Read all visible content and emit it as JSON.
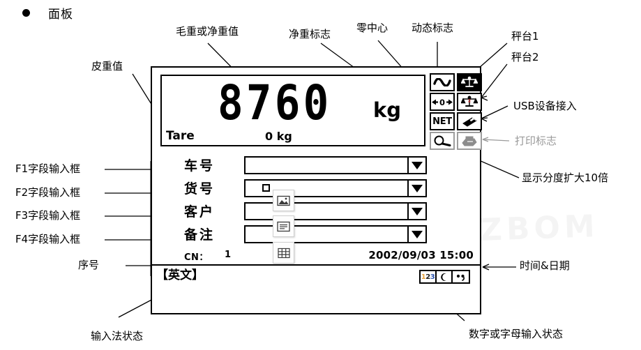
{
  "heading": {
    "bullet": "bullet-dot",
    "title": "面板"
  },
  "display": {
    "weight_value": "8760",
    "weight_unit": "kg",
    "tare_label": "Tare",
    "tare_value": "0 kg"
  },
  "status_icons": {
    "left_column": [
      {
        "name": "dynamic-flag-icon",
        "glyph": "wave",
        "label": "~"
      },
      {
        "name": "zero-center-icon",
        "glyph": "zero",
        "label": "0"
      },
      {
        "name": "net-flag-icon",
        "glyph": "text",
        "label": "NET"
      },
      {
        "name": "expand-division-icon",
        "glyph": "magnifier",
        "label": ""
      }
    ],
    "right_column": [
      {
        "name": "scale-platform-1-icon",
        "glyph": "balance-inverted",
        "label": ""
      },
      {
        "name": "scale-platform-2-icon",
        "glyph": "balance",
        "label": ""
      },
      {
        "name": "usb-device-icon",
        "glyph": "usb-drive",
        "label": ""
      },
      {
        "name": "print-flag-icon",
        "glyph": "printer",
        "label": ""
      }
    ]
  },
  "fields": [
    {
      "label": "车号",
      "value": "",
      "placeholder": "",
      "has_checkbox": false
    },
    {
      "label": "货号",
      "value": "",
      "placeholder": "",
      "has_checkbox": true
    },
    {
      "label": "客户",
      "value": "",
      "placeholder": "",
      "has_checkbox": false
    },
    {
      "label": "备注",
      "value": "",
      "placeholder": "",
      "has_checkbox": false
    }
  ],
  "serial": {
    "label": "CN：",
    "value": "1"
  },
  "datetime": "2002/09/03 15:00",
  "status_bar": {
    "ime_state": "【英文】",
    "input_modes": [
      {
        "name": "numeric-mode-icon",
        "label": "123"
      },
      {
        "name": "crescent-mode-icon",
        "label": ""
      },
      {
        "name": "alpha-mode-icon",
        "label": ""
      }
    ]
  },
  "overlay_icons": [
    {
      "name": "image-overlay-icon",
      "glyph": "picture"
    },
    {
      "name": "document-overlay-icon",
      "glyph": "document"
    },
    {
      "name": "table-overlay-icon",
      "glyph": "grid"
    }
  ],
  "annotations": {
    "tare_value": "皮重值",
    "gross_or_net": "毛重或净重值",
    "net_flag": "净重标志",
    "zero_center": "零中心",
    "dynamic_flag": "动态标志",
    "scale_1": "秤台1",
    "scale_2": "秤台2",
    "usb_device": "USB设备接入",
    "print_flag": "打印标志",
    "expand_division": "显示分度扩大10倍",
    "f1_field": "F1字段输入框",
    "f2_field": "F2字段输入框",
    "f3_field": "F3字段输入框",
    "f4_field": "F4字段输入框",
    "serial_no": "序号",
    "time_date": "时间&日期",
    "ime_status": "输入法状态",
    "alnum_status": "数字或字母输入状态"
  },
  "colors": {
    "ink": "#000000",
    "dim": "#9a9a9a",
    "paper": "#ffffff"
  }
}
